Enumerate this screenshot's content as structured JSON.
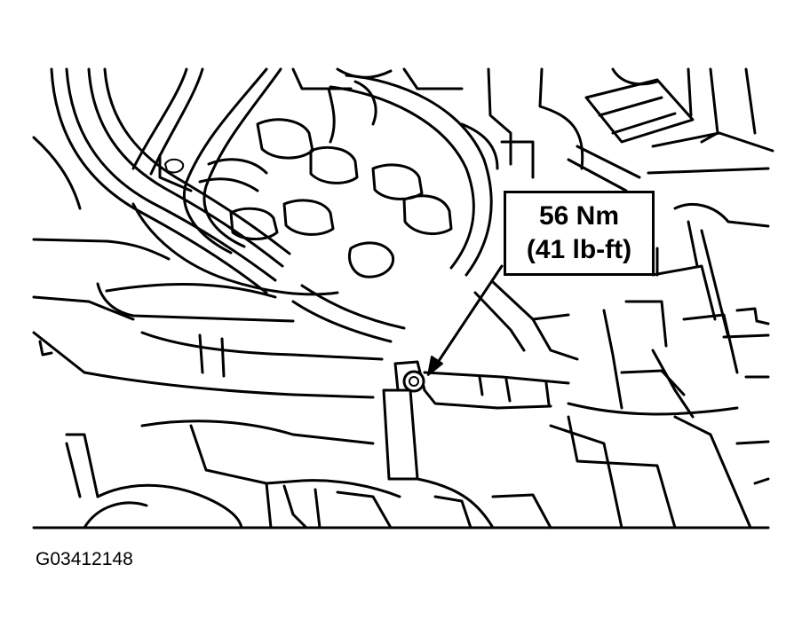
{
  "callout": {
    "torque_metric": "56 Nm",
    "torque_imperial": "(41 lb-ft)"
  },
  "figure": {
    "id": "G03412148"
  },
  "colors": {
    "ink": "#000000",
    "paper": "#ffffff"
  }
}
